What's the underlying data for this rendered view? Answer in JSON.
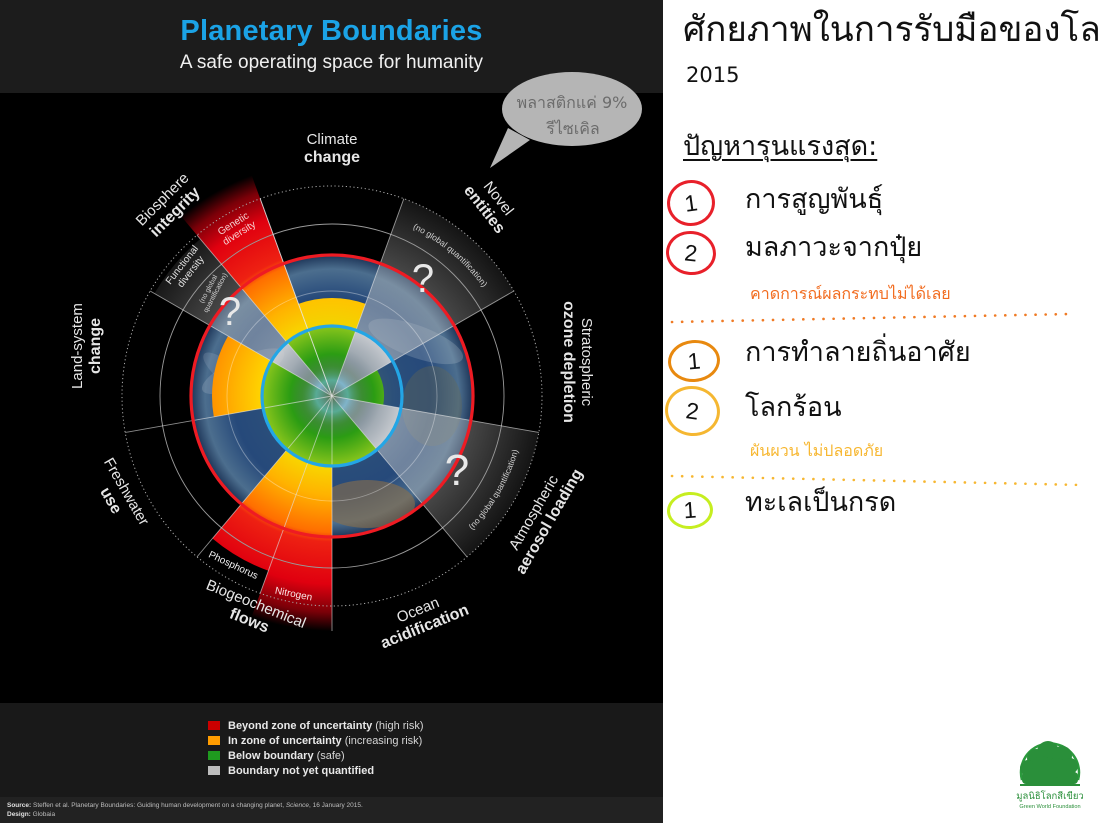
{
  "infographic": {
    "header": {
      "title": "Planetary Boundaries",
      "subtitle": "A safe operating space for humanity"
    },
    "speech_bubble": {
      "line1": "พลาสติกแค่ 9%",
      "line2": "รีไซเคิล"
    },
    "boundaries": [
      {
        "name_line1": "Climate",
        "name_line2": "change",
        "status": "in_zone_of_uncertainty"
      },
      {
        "name_line1": "Novel",
        "name_line2": "entities",
        "status": "not_quantified"
      },
      {
        "name_line1": "Stratospheric",
        "name_line2": "ozone depletion",
        "status": "below_boundary"
      },
      {
        "name_line1": "Atmospheric",
        "name_line2": "aerosol loading",
        "status": "not_quantified"
      },
      {
        "name_line1": "Ocean",
        "name_line2": "acidification",
        "status": "below_boundary"
      },
      {
        "name_line1": "Biogeochemical",
        "name_line2": "flows",
        "sub": [
          {
            "label": "Phosphorus",
            "status": "beyond_zone_of_uncertainty"
          },
          {
            "label": "Nitrogen",
            "status": "beyond_zone_of_uncertainty"
          }
        ]
      },
      {
        "name_line1": "Freshwater",
        "name_line2": "use",
        "status": "below_boundary"
      },
      {
        "name_line1": "Land-system",
        "name_line2": "change",
        "status": "in_zone_of_uncertainty"
      },
      {
        "name_line1": "Biosphere",
        "name_line2": "integrity",
        "sub": [
          {
            "label_line1": "Functional",
            "label_line2": "diversity",
            "status": "not_quantified"
          },
          {
            "label_line1": "Genetic",
            "label_line2": "diversity",
            "status": "beyond_zone_of_uncertainty"
          }
        ]
      }
    ],
    "no_quantification_text": "(no global quantification)",
    "no_quantification_line1": "(no global",
    "no_quantification_line2": "quantification)",
    "unknown_mark": "?",
    "legend": [
      {
        "bold": "Beyond zone of uncertainty",
        "normal": "(high risk)",
        "color": "#cc0000"
      },
      {
        "bold": "In zone of uncertainty",
        "normal": "(increasing risk)",
        "color": "#ff9c00"
      },
      {
        "bold": "Below boundary",
        "normal": "(safe)",
        "color": "#1f9a1f"
      },
      {
        "bold": "Boundary not yet quantified",
        "normal": "",
        "color": "#bdbdbd"
      }
    ],
    "source": {
      "label": "Source:",
      "text_before": " Steffen et al. Planetary Boundaries: Guiding human development on a changing planet, ",
      "journal": "Science",
      "text_after": ", 16 January 2015.",
      "design_label": "Design:",
      "design": " Globaia"
    }
  },
  "slide": {
    "title": "ศักยภาพในการรับมือของโลก",
    "year": "2015",
    "heading": "ปัญหารุนแรงสุด:",
    "groups": [
      {
        "items": [
          {
            "rank": "1",
            "text": "การสูญพันธุ์",
            "circle_color": "#e8202a"
          },
          {
            "rank": "2",
            "text": "มลภาวะจากปุ๋ย",
            "circle_color": "#e8202a"
          }
        ],
        "note": "คาดการณ์ผลกระทบไม่ได้เลย",
        "note_color": "#f26d21"
      },
      {
        "items": [
          {
            "rank": "1",
            "text": "การทำลายถิ่นอาศัย",
            "circle_color": "#e8890f"
          },
          {
            "rank": "2",
            "text": "โลกร้อน",
            "circle_color": "#f5b731"
          }
        ],
        "note": "ผันผวน ไม่ปลอดภัย",
        "note_color": "#f7b731"
      },
      {
        "items": [
          {
            "rank": "1",
            "text": "ทะเลเป็นกรด",
            "circle_color": "#c6ee20"
          }
        ]
      }
    ],
    "logo": {
      "name_th": "มูลนิธิโลกสีเขียว",
      "name_en": "Green World Foundation"
    }
  }
}
